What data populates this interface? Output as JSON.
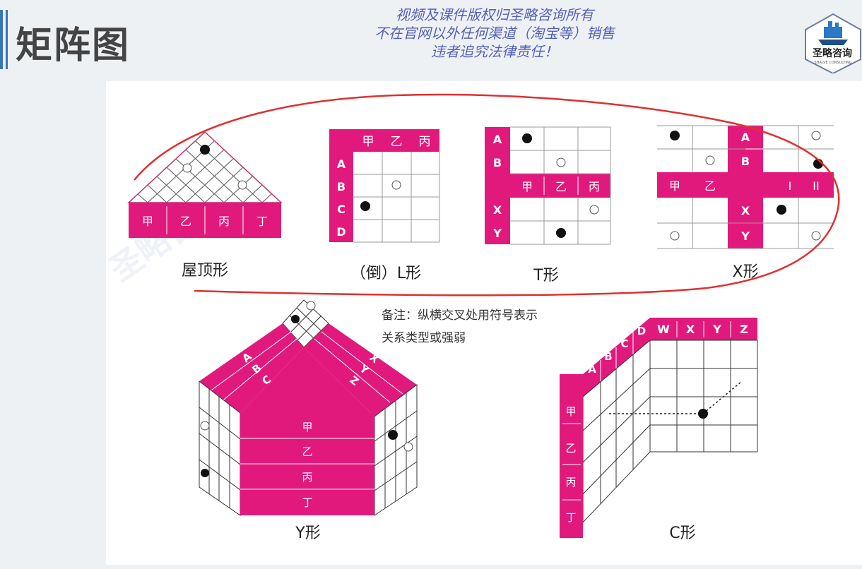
{
  "header": {
    "title": "矩阵图",
    "notice": [
      "视频及课件版权归圣略咨询所有",
      "不在官网以外任何渠道（淘宝等）销售",
      "违者追究法律责任！"
    ],
    "logo_text": "圣略咨询",
    "logo_sub": "SHALVE CONSULTING"
  },
  "watermark": "圣略咨",
  "diagrams": {
    "roof": {
      "caption": "屋顶形",
      "row_labels": [
        "甲",
        "乙",
        "丙",
        "丁"
      ]
    },
    "l": {
      "caption": "（倒）L形",
      "top_labels": [
        "甲",
        "乙",
        "丙"
      ],
      "side_labels": [
        "A",
        "B",
        "C",
        "D"
      ]
    },
    "t": {
      "caption": "T形",
      "top_labels": [
        "A",
        "B"
      ],
      "mid_labels": [
        "甲",
        "乙",
        "丙"
      ],
      "bottom_labels": [
        "X",
        "Y"
      ]
    },
    "x": {
      "caption": "X形",
      "top_labels": [
        "A",
        "B"
      ],
      "mid_labels": [
        "甲",
        "乙",
        "I",
        "II"
      ],
      "bottom_labels": [
        "X",
        "Y"
      ]
    },
    "y": {
      "caption": "Y形",
      "left_labels": [
        "A",
        "B",
        "C"
      ],
      "right_labels": [
        "X",
        "Y",
        "Z"
      ],
      "front_labels": [
        "甲",
        "乙",
        "丙",
        "丁"
      ]
    },
    "c": {
      "caption": "C形",
      "top_labels": [
        "W",
        "X",
        "Y",
        "Z"
      ],
      "diag_labels": [
        "A",
        "B",
        "C",
        "D"
      ],
      "side_labels": [
        "甲",
        "乙",
        "丙",
        "丁"
      ]
    }
  },
  "note": [
    "备注：纵横交叉处用符号表示",
    "关系类型或强弱"
  ],
  "colors": {
    "magenta": "#e2197d",
    "accent": "#3a74b8",
    "annotation": "#e03030"
  }
}
